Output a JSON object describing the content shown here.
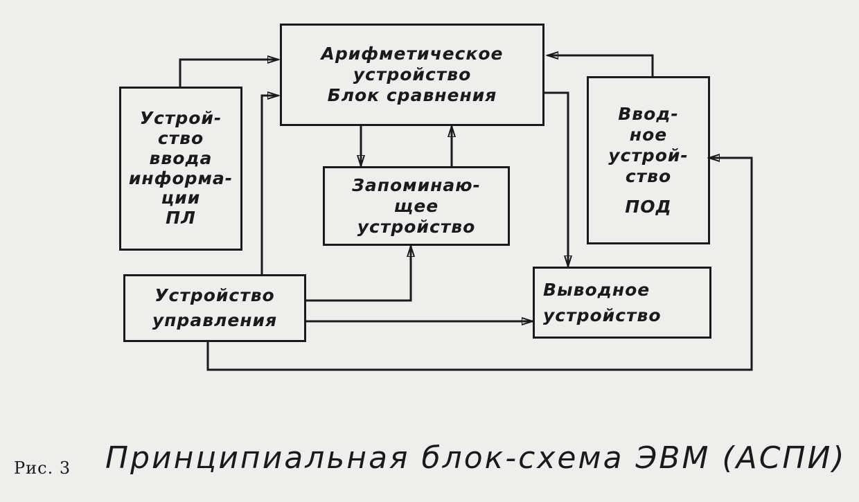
{
  "blocks": {
    "arithmetic": {
      "lines": [
        "Арифметическое",
        "устройство",
        "Блок сравнения"
      ]
    },
    "input_pl": {
      "lines": [
        "Устрой-",
        "ство",
        "ввода",
        "информа-",
        "ции",
        "ПЛ"
      ]
    },
    "input_pod": {
      "lines": [
        "Ввод-",
        "ное",
        "устрой-",
        "ство",
        "ПОД"
      ]
    },
    "memory": {
      "lines": [
        "Запоминаю-",
        "щее",
        "устройство"
      ]
    },
    "control": {
      "lines": [
        "Устройство",
        "управления"
      ]
    },
    "output": {
      "lines": [
        "Выводное",
        "устройство"
      ]
    }
  },
  "caption": {
    "prefix": "Рис. 3",
    "text": "Принципиальная блок-схема ЭВМ (АСПИ)"
  }
}
